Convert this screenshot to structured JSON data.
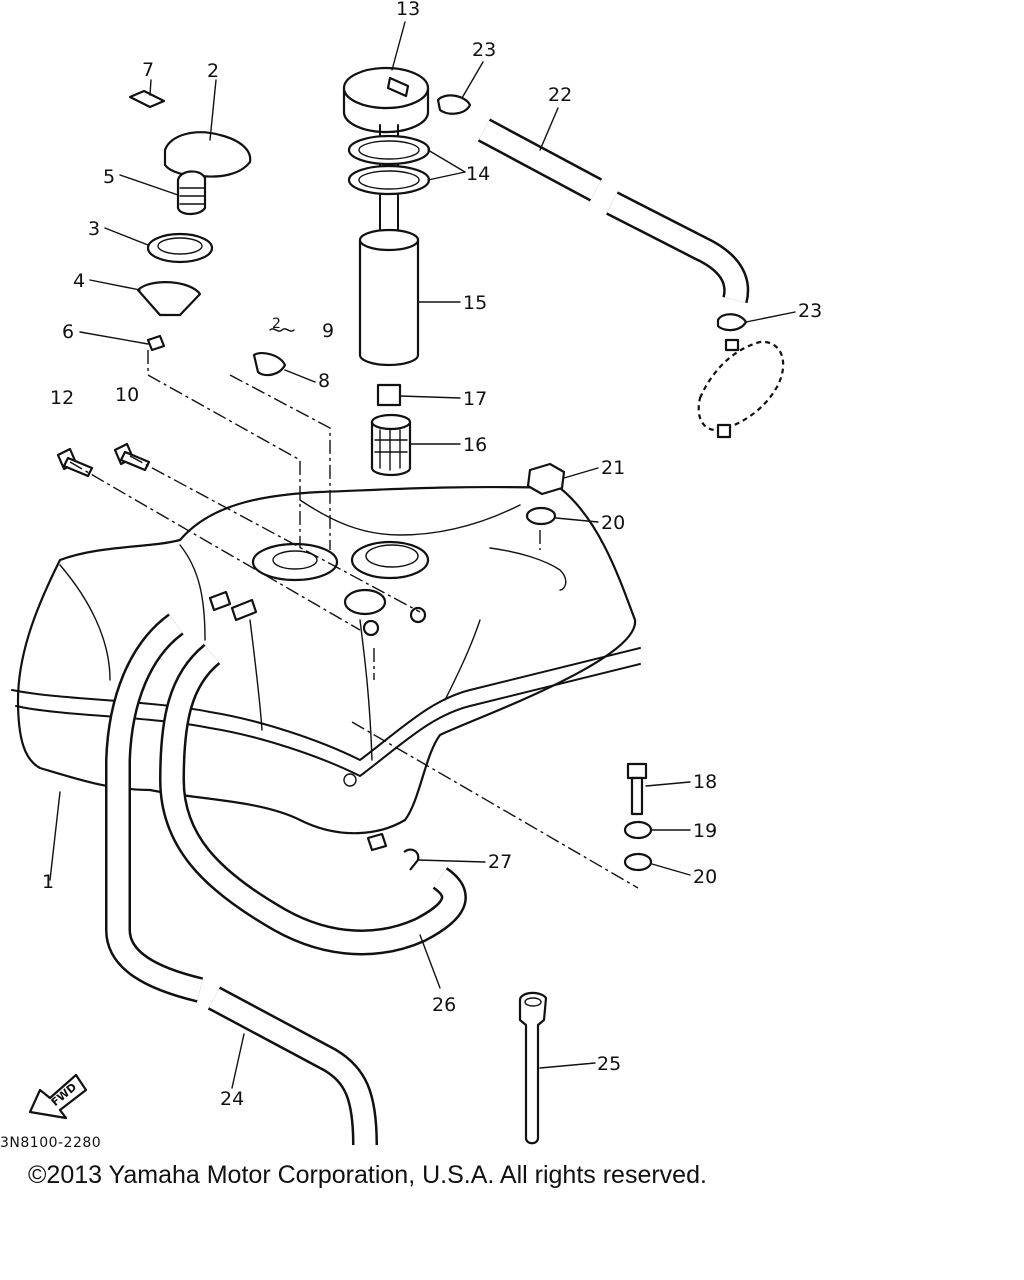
{
  "diagram": {
    "callouts": [
      {
        "id": "c13",
        "text": "13"
      },
      {
        "id": "c23a",
        "text": "23"
      },
      {
        "id": "c22",
        "text": "22"
      },
      {
        "id": "c7",
        "text": "7"
      },
      {
        "id": "c2a",
        "text": "2"
      },
      {
        "id": "c5",
        "text": "5"
      },
      {
        "id": "c14",
        "text": "14"
      },
      {
        "id": "c3",
        "text": "3"
      },
      {
        "id": "c4",
        "text": "4"
      },
      {
        "id": "c15",
        "text": "15"
      },
      {
        "id": "c23b",
        "text": "23"
      },
      {
        "id": "c6",
        "text": "6"
      },
      {
        "id": "c2b",
        "text": "2"
      },
      {
        "id": "c9",
        "text": "9"
      },
      {
        "id": "c8",
        "text": "8"
      },
      {
        "id": "c12",
        "text": "12"
      },
      {
        "id": "c10",
        "text": "10"
      },
      {
        "id": "c17",
        "text": "17"
      },
      {
        "id": "c16",
        "text": "16"
      },
      {
        "id": "c21",
        "text": "21"
      },
      {
        "id": "c20a",
        "text": "20"
      },
      {
        "id": "c18",
        "text": "18"
      },
      {
        "id": "c19",
        "text": "19"
      },
      {
        "id": "c1",
        "text": "1"
      },
      {
        "id": "c27",
        "text": "27"
      },
      {
        "id": "c20b",
        "text": "20"
      },
      {
        "id": "c26",
        "text": "26"
      },
      {
        "id": "c25",
        "text": "25"
      },
      {
        "id": "c24",
        "text": "24"
      }
    ],
    "fwd_label": "FWD",
    "diagram_code": "3N8100-2280"
  },
  "footer": {
    "copyright": "©2013 Yamaha Motor Corporation, U.S.A. All rights reserved."
  }
}
